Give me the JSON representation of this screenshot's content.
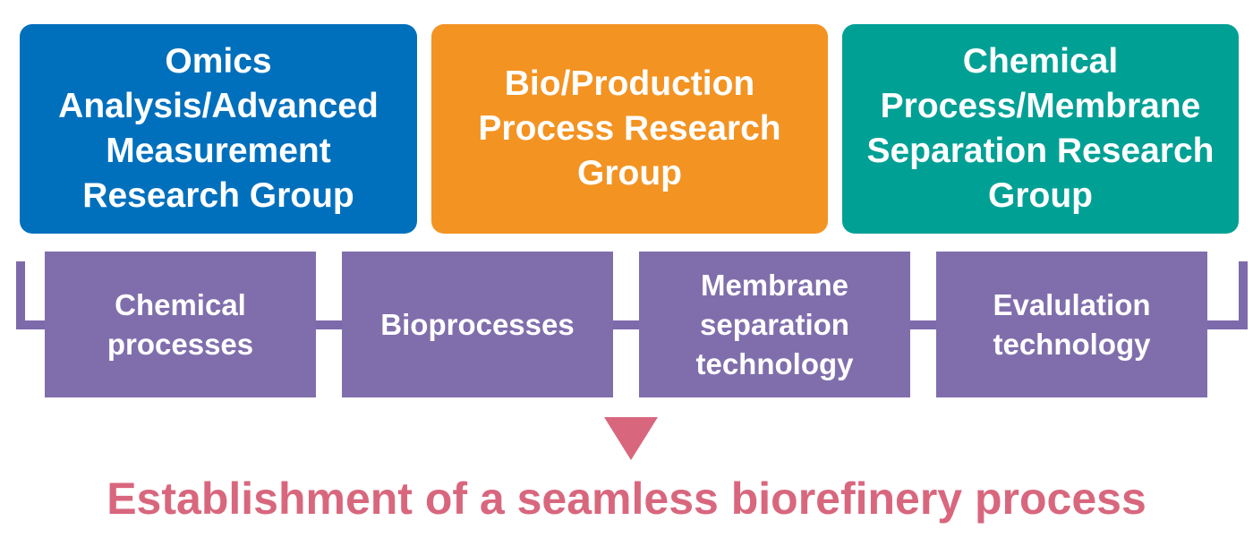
{
  "groups": [
    {
      "label": "Omics Analysis/Advanced Measurement Research Group",
      "color": "#0070bd"
    },
    {
      "label": "Bio/Production Process Research Group",
      "color": "#f39322"
    },
    {
      "label": "Chemical Process/Membrane Separation Research Group",
      "color": "#00a095"
    }
  ],
  "technologies": [
    {
      "label": "Chemical processes"
    },
    {
      "label": "Bioprocesses"
    },
    {
      "label": "Membrane separation technology"
    },
    {
      "label": "Evalulation technology"
    }
  ],
  "conclusion": "Establishment of a seamless biorefinery process",
  "colors": {
    "technology_box": "#806eac",
    "connector": "#7d6aab",
    "accent": "#d8677e"
  }
}
